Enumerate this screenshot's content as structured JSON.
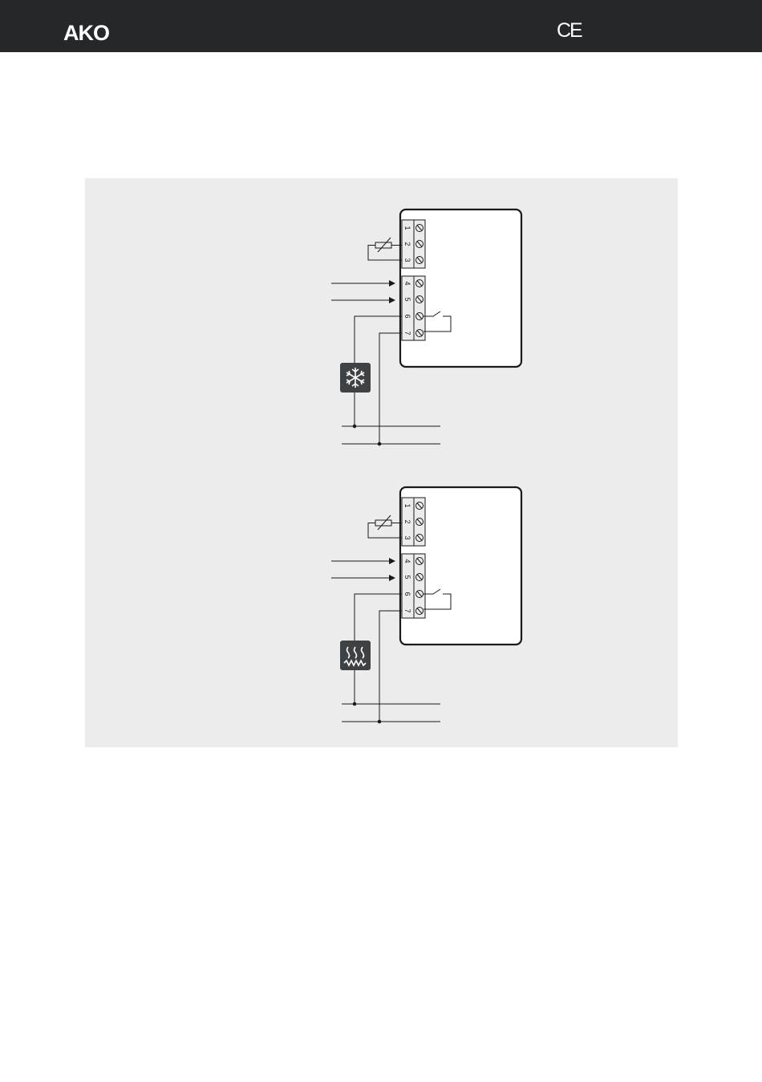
{
  "header": {
    "brand": "AKO",
    "certification_mark": "CE",
    "background": "#24282b"
  },
  "panel": {
    "background": "#ebeceb"
  },
  "diagrams": [
    {
      "load_icon": "snowflake-icon",
      "terminals_probe": [
        "1",
        "2",
        "3"
      ],
      "terminals_relay": [
        "4",
        "5",
        "6",
        "7"
      ]
    },
    {
      "load_icon": "heater-icon",
      "terminals_probe": [
        "1",
        "2",
        "3"
      ],
      "terminals_relay": [
        "4",
        "5",
        "6",
        "7"
      ]
    }
  ]
}
